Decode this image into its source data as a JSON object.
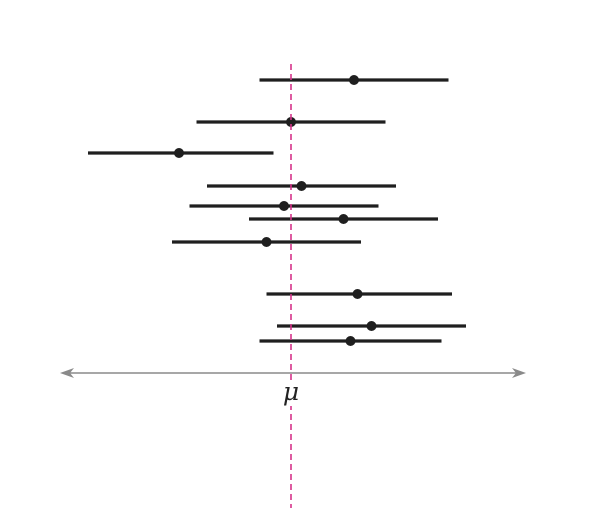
{
  "diagram": {
    "mean_symbol": "μ",
    "colors": {
      "interval": "#1f1f1f",
      "mean_line": "#d6338a",
      "axis": "#8a8a8a",
      "label": "#222222"
    },
    "mean_value": 0.0,
    "axis_range": [
      -6.4,
      6.4
    ],
    "intervals": [
      {
        "estimate": 1.8,
        "lower": -0.9,
        "upper": 4.5
      },
      {
        "estimate": 0.0,
        "lower": -2.7,
        "upper": 2.7
      },
      {
        "estimate": -3.2,
        "lower": -5.8,
        "upper": -0.5
      },
      {
        "estimate": 0.3,
        "lower": -2.4,
        "upper": 3.0
      },
      {
        "estimate": -0.2,
        "lower": -2.9,
        "upper": 2.5
      },
      {
        "estimate": 1.5,
        "lower": -1.2,
        "upper": 4.2
      },
      {
        "estimate": -0.7,
        "lower": -3.4,
        "upper": 2.0
      },
      {
        "estimate": 1.9,
        "lower": -0.7,
        "upper": 4.6
      },
      {
        "estimate": 2.3,
        "lower": -0.4,
        "upper": 5.0
      },
      {
        "estimate": 1.7,
        "lower": -0.9,
        "upper": 4.3
      }
    ]
  }
}
